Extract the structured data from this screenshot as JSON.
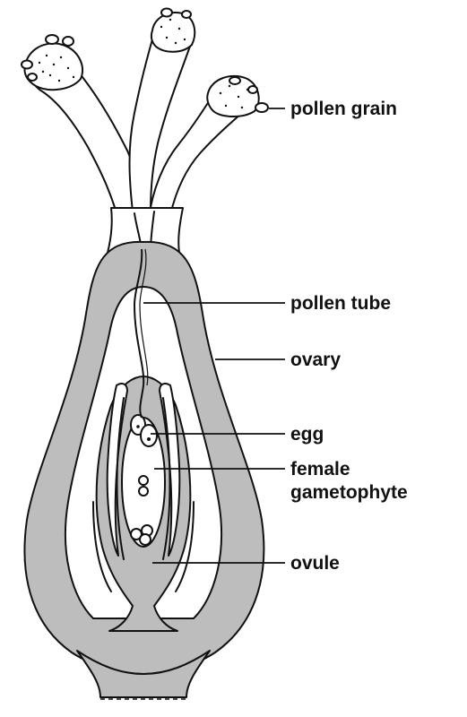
{
  "labels": {
    "pollen_grain": "pollen grain",
    "pollen_tube": "pollen tube",
    "ovary": "ovary",
    "egg": "egg",
    "female_gametophyte_line1": "female",
    "female_gametophyte_line2": "gametophyte",
    "ovule": "ovule"
  },
  "colors": {
    "tissue_fill": "#bdbdbd",
    "outline": "#111111",
    "background": "#ffffff"
  }
}
